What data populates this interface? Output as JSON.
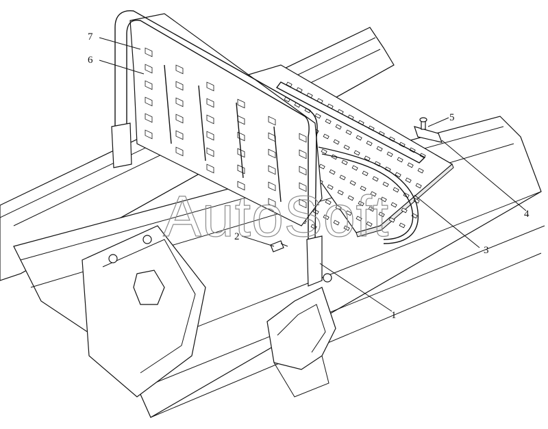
{
  "watermark": "AutoSoft",
  "callouts": [
    {
      "id": "callout-1",
      "text": "1"
    },
    {
      "id": "callout-2",
      "text": "2"
    },
    {
      "id": "callout-3",
      "text": "3"
    },
    {
      "id": "callout-4",
      "text": "4"
    },
    {
      "id": "callout-5",
      "text": "5"
    },
    {
      "id": "callout-6",
      "text": "6"
    },
    {
      "id": "callout-7",
      "text": "7"
    }
  ]
}
